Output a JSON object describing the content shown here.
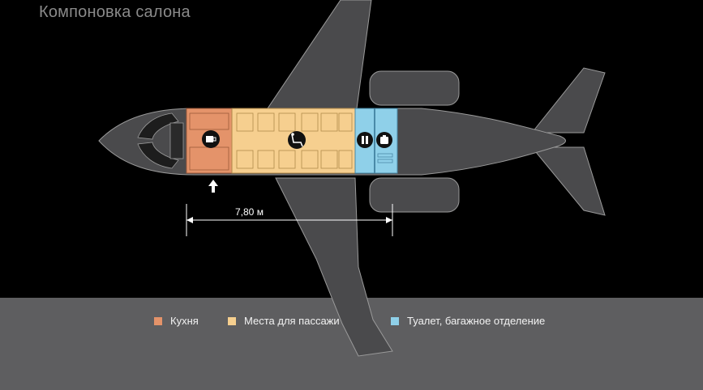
{
  "title": "Компоновка салона",
  "dimension": {
    "label": "7,80 м"
  },
  "colors": {
    "galley": "#e4936a",
    "passenger": "#f6cf8f",
    "lavatory": "#8fd0e9",
    "airframe": "#4a4a4c",
    "panel": "#5e5e60"
  },
  "legend": [
    {
      "label": "Кухня",
      "color": "#e4936a"
    },
    {
      "label": "Места для пассажи",
      "color": "#f6cf8f"
    },
    {
      "label": "Туалет, багажное отделение",
      "color": "#8fd0e9"
    }
  ],
  "icons": [
    "coffee-cup-icon",
    "passenger-seat-icon",
    "restroom-icon",
    "luggage-icon",
    "entry-arrow-icon"
  ]
}
